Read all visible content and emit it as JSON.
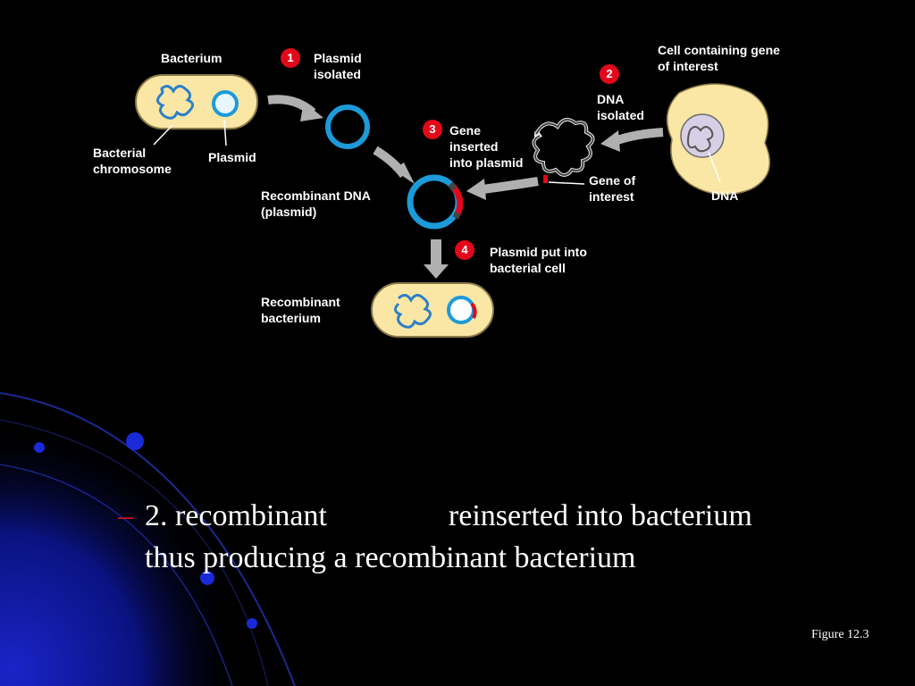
{
  "diagram": {
    "labels": {
      "bacterium": "Bacterium",
      "bacterial_chromosome": "Bacterial\nchromosome",
      "plasmid": "Plasmid",
      "plasmid_isolated": "Plasmid\nisolated",
      "cell_gene_of_interest": "Cell containing gene\nof interest",
      "dna_isolated": "DNA\nisolated",
      "gene_inserted": "Gene\ninserted\ninto plasmid",
      "gene_of_interest": "Gene of\ninterest",
      "dna": "DNA",
      "recombinant_dna": "Recombinant DNA\n(plasmid)",
      "plasmid_put_into": "Plasmid put into\nbacterial cell",
      "recombinant_bacterium": "Recombinant\nbacterium"
    },
    "steps": [
      "1",
      "2",
      "3",
      "4"
    ],
    "colors": {
      "cell_fill": "#fbe7a5",
      "cell_stroke": "#8a7a4a",
      "dna_blue": "#2c7fc7",
      "plasmid_blue": "#1d9ad9",
      "gene_red": "#e2081a",
      "arrow_gray": "#b0b0b0",
      "step_red": "#e2081a",
      "bullet_dash": "#d21a1a"
    }
  },
  "slide": {
    "bullet_dash": "–",
    "bullet_text": "2. recombinant                reinserted into bacterium thus producing a recombinant bacterium",
    "figure_ref": "Figure 12.3"
  }
}
